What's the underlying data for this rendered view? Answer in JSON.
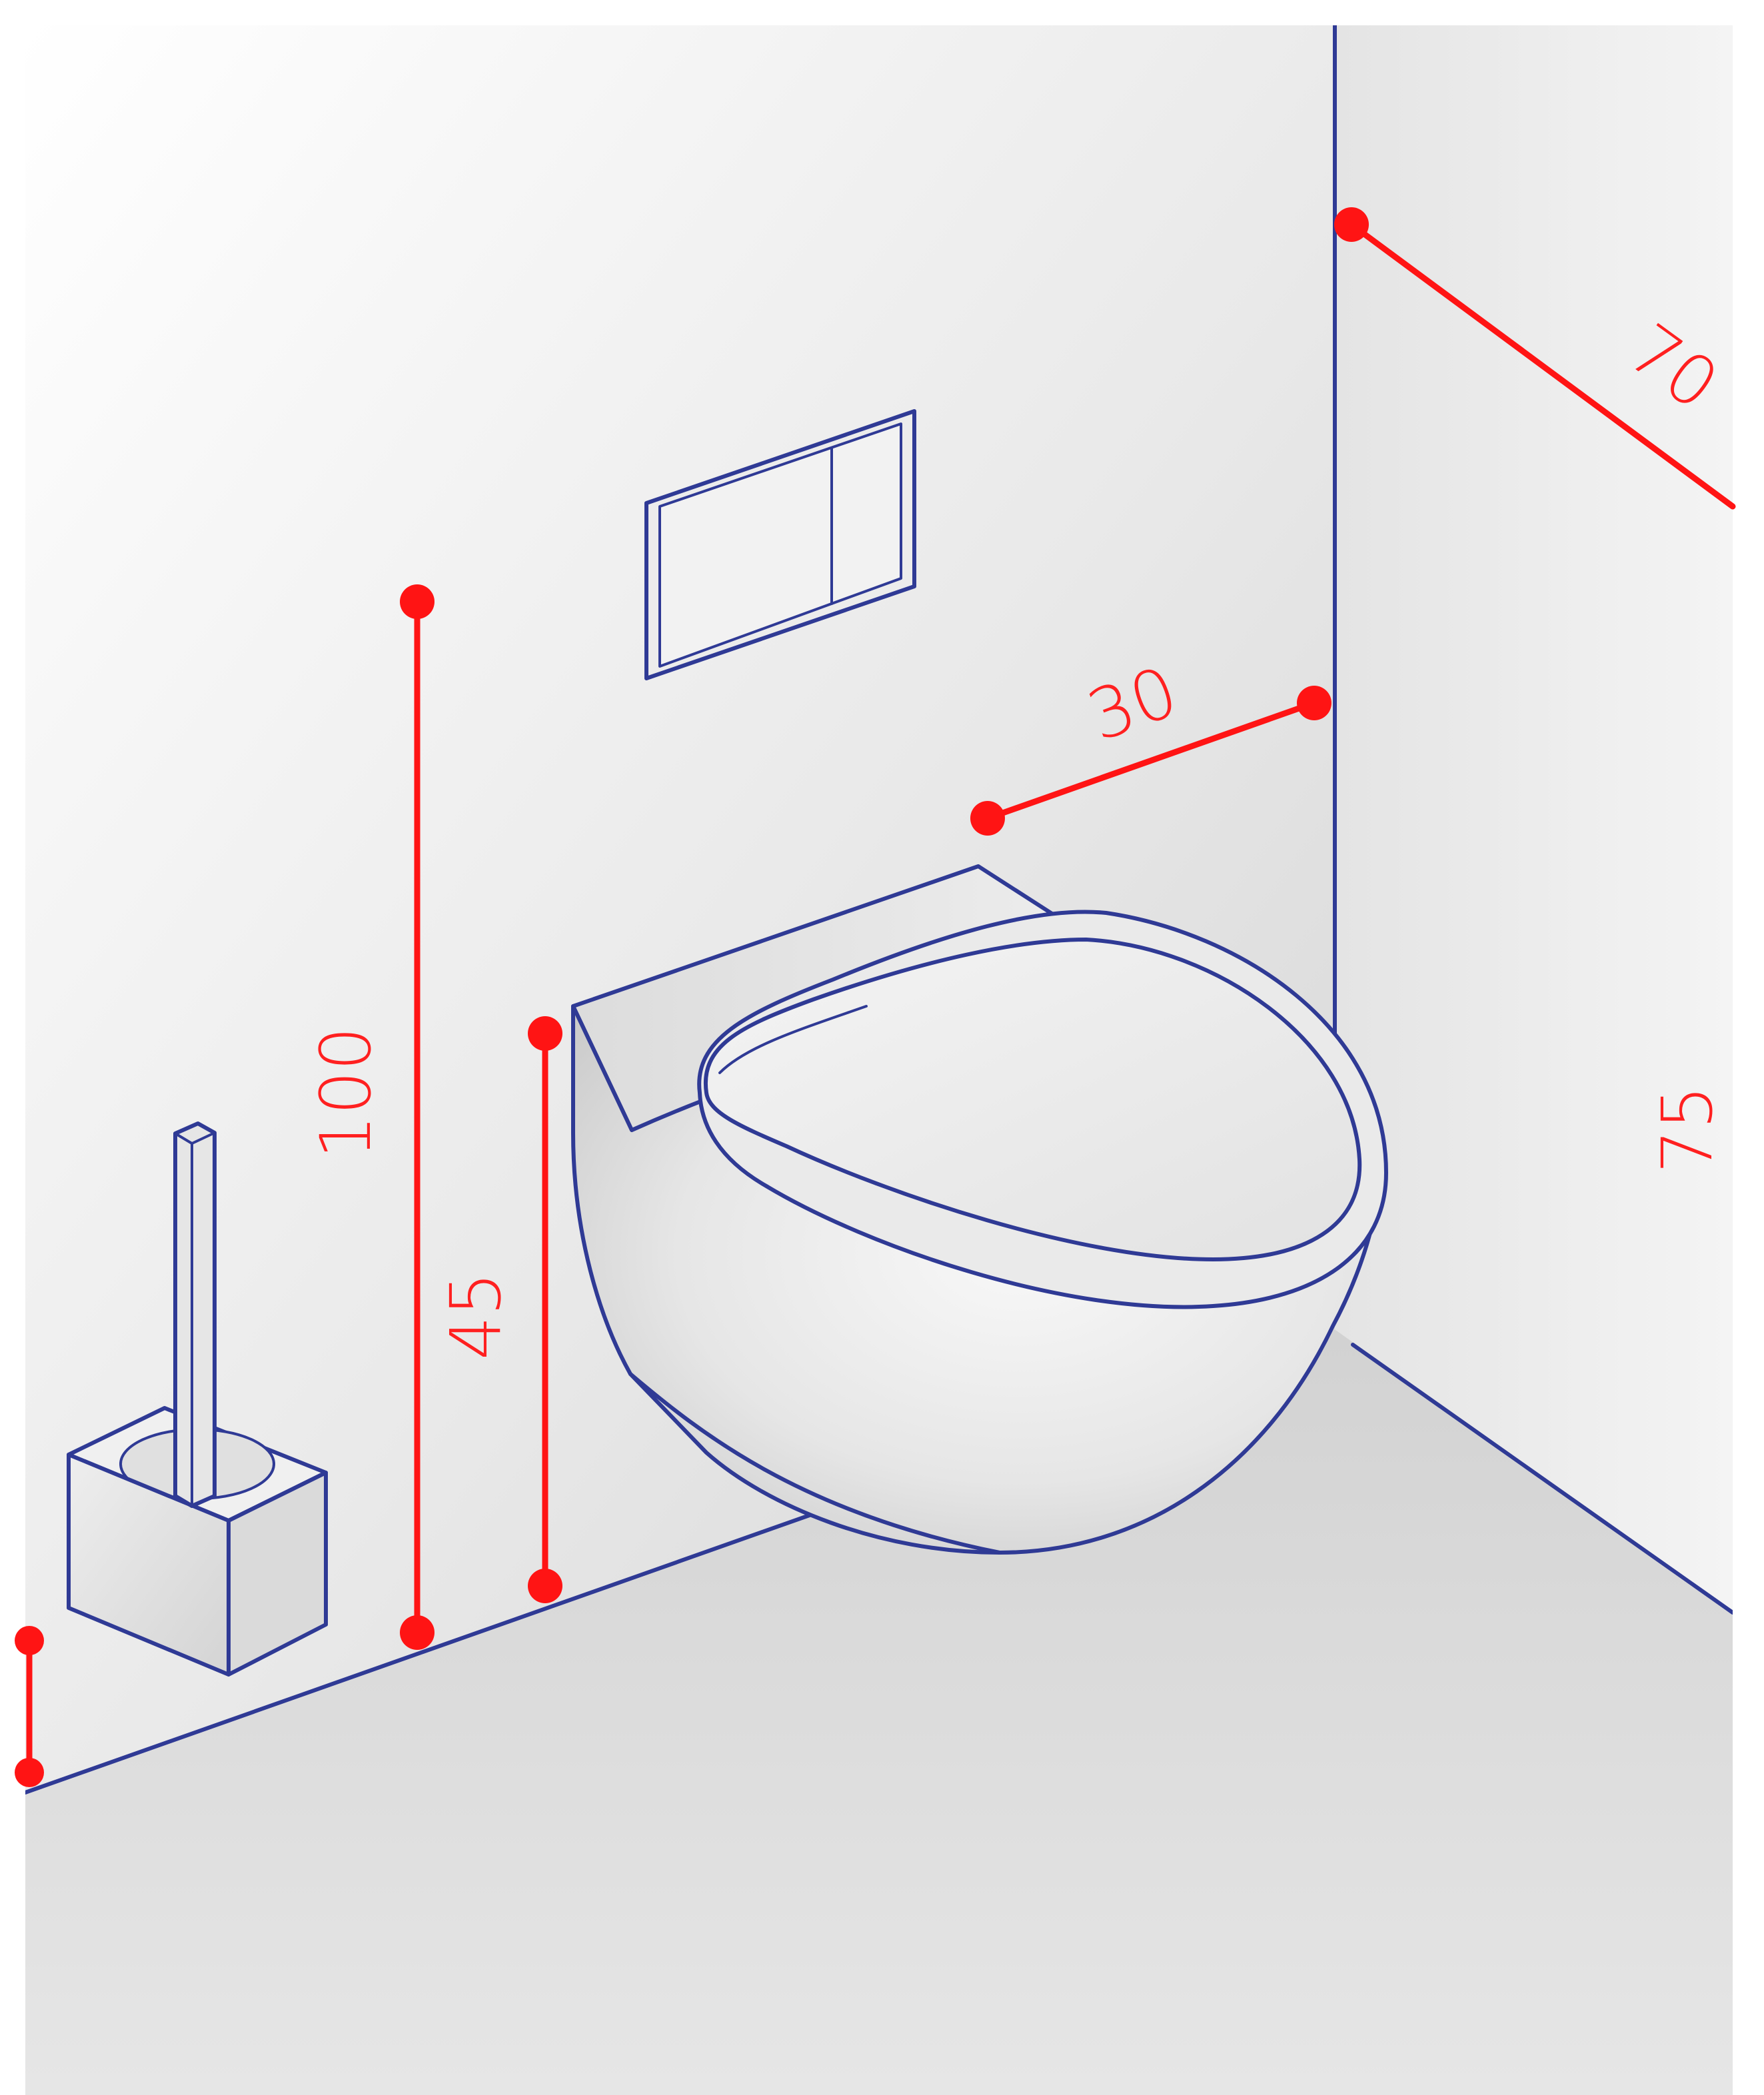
{
  "colors": {
    "outline": "#2f3a95",
    "dimension": "#ff1414",
    "wall": "#ececec",
    "floor": "#dedede"
  },
  "dimensions": {
    "wall_depth": "70",
    "seat_height": "45",
    "flush_plate_height": "100",
    "side_clearance": "30",
    "side_wall_distance": "75"
  }
}
